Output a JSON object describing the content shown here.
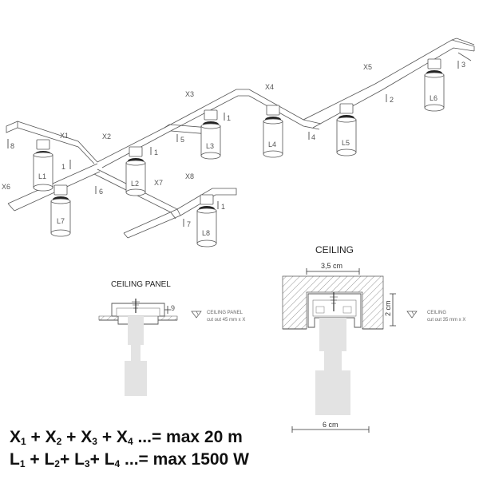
{
  "labels": {
    "x1": "X1",
    "x2": "X2",
    "x3": "X3",
    "x4": "X4",
    "x5": "X5",
    "x6": "X6",
    "x7": "X7",
    "x8": "X8",
    "l1": "L1",
    "l2": "L2",
    "l3": "L3",
    "l4": "L4",
    "l5": "L5",
    "l6": "L6",
    "l7": "L7",
    "l8": "L8",
    "n1": "1",
    "n2": "2",
    "n3": "3",
    "n4": "4",
    "n5": "5",
    "n6": "6",
    "n7": "7",
    "n8": "8",
    "n9": "9"
  },
  "ceiling_panel": {
    "title": "CEILING PANEL",
    "note_line1": "CEILING PANEL",
    "note_line2": "cut out 45 mm x X"
  },
  "ceiling": {
    "title": "CEILING",
    "width_top": "3,5 cm",
    "height": "2 cm",
    "width_bottom": "6 cm",
    "note_line1": "CEILING",
    "note_line2": "cut out 35 mm x X"
  },
  "formulas": {
    "line1": {
      "t1": "X",
      "s1": "1",
      "t2": " + X",
      "s2": "2",
      "t3": " + X",
      "s3": "3",
      "t4": " + X",
      "s4": "4",
      "tail": " ...= max 20 m"
    },
    "line2": {
      "t1": "L",
      "s1": "1",
      "t2": " + L",
      "s2": "2",
      "t3": "+ L",
      "s3": "3",
      "t4": "+ L",
      "s4": "4",
      "tail": " ...= max 1500 W"
    }
  },
  "colors": {
    "product": "#e3e3e3",
    "line": "#555555",
    "hatch": "#9a9a9a"
  }
}
